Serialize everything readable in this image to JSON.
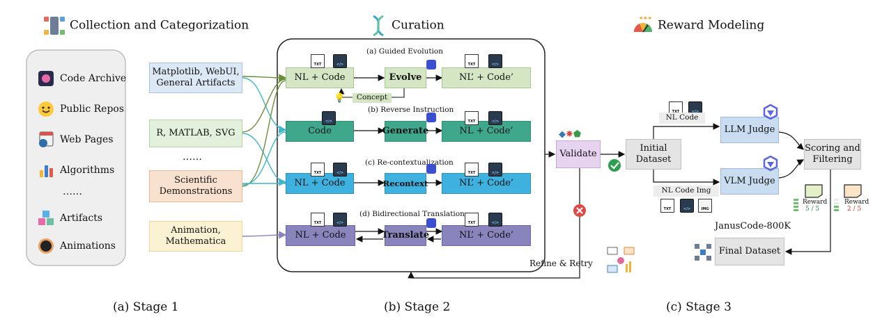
{
  "headers": {
    "stage1": "Collection and Categorization",
    "stage2": "Curation",
    "stage3": "Reward Modeling"
  },
  "sources": [
    {
      "label": "Code Archive",
      "icon": "code-archive-icon"
    },
    {
      "label": "Public Repos",
      "icon": "hugging-face-icon"
    },
    {
      "label": "Web Pages",
      "icon": "web-page-icon"
    },
    {
      "label": "Algorithms",
      "icon": "bar-chart-icon"
    },
    {
      "label": "……",
      "icon": ""
    },
    {
      "label": "Artifacts",
      "icon": "cubes-icon"
    },
    {
      "label": "Animations",
      "icon": "black-hole-icon"
    }
  ],
  "categories": [
    {
      "label": "Matplotlib, WebUI,\nGeneral Artifacts",
      "color": "#dde8f5"
    },
    {
      "label": "R, MATLAB, SVG",
      "color": "#e3f0dc"
    },
    {
      "label": "……",
      "color": ""
    },
    {
      "label": "Scientific\nDemonstrations",
      "color": "#f8e1cf"
    },
    {
      "label": "Animation,\nMathematica",
      "color": "#fbf2d3"
    }
  ],
  "pipelines": [
    {
      "title": "(a) Guided Evolution",
      "input": "NL + Code",
      "op": "Evolve",
      "output": "NL’ + Code’",
      "color": "#d4e6c3"
    },
    {
      "title": "(b) Reverse Instruction",
      "input": "Code",
      "op": "Generate",
      "output": "NL + Code’",
      "color": "#3fa88c"
    },
    {
      "title": "(c) Re-contextualization",
      "input": "NL + Code",
      "op": "Recontext",
      "output": "NL’ + Code’",
      "color": "#3fb1df"
    },
    {
      "title": "(d) Bidirectional Translation",
      "input": "NL + Code",
      "op": "Translate",
      "output": "NL’ + Code’",
      "color": "#8a84bd"
    }
  ],
  "concept_label": "Concept",
  "icon_tags": {
    "txt": "TXT",
    "code": "</>",
    "img": "IMG"
  },
  "validate_label": "Validate",
  "refine_label": "Refine & Retry",
  "initial_dataset": "Initial\nDataset",
  "nl_code_label": "NL  Code",
  "nl_code_img_label": "NL  Code  Img",
  "llm_judge": "LLM Judge",
  "vlm_judge": "VLM Judge",
  "scoring": "Scoring and\nFiltering",
  "reward_label": "Reward",
  "reward_high": "5 / 5",
  "reward_low": "2 / 5",
  "janus_label": "JanusCode-800K",
  "final_dataset": "Final Dataset",
  "stages": [
    "(a) Stage 1",
    "(b) Stage 2",
    "(c) Stage 3"
  ],
  "colors": {
    "green_arrow": "#6b8e3a",
    "teal_arrow": "#3db6c8",
    "purple_arrow": "#8a84bd",
    "judge": "#c9dcf0",
    "gray": "#e4e4e4",
    "validate": "#e6d3ef"
  }
}
